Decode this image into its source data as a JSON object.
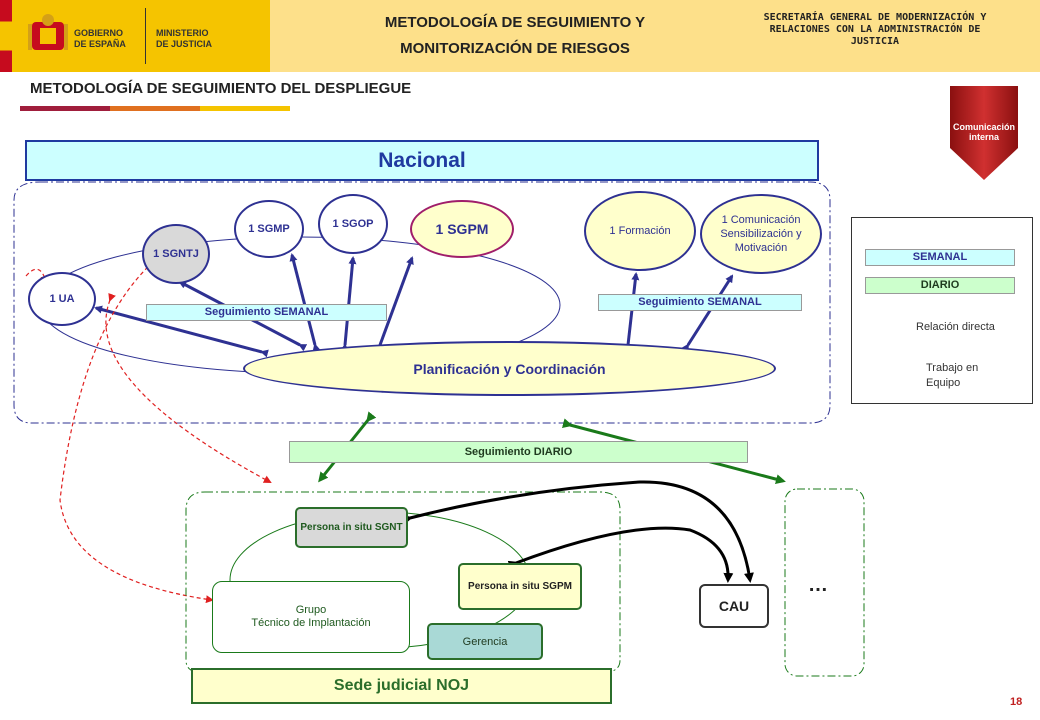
{
  "header": {
    "gov_line1": "GOBIERNO",
    "gov_line2": "DE ESPAÑA",
    "min_line1": "MINISTERIO",
    "min_line2": "DE JUSTICIA",
    "title_line1": "METODOLOGÍA DE SEGUIMIENTO Y",
    "title_line2": "MONITORIZACIÓN DE RIESGOS",
    "secretaria": "SECRETARÍA GENERAL DE MODERNIZACIÓN Y RELACIONES CON LA ADMINISTRACIÓN DE JUSTICIA"
  },
  "subtitle": "METODOLOGÍA DE SEGUIMIENTO DEL DESPLIEGUE",
  "badge": {
    "line1": "Comunicación",
    "line2": "interna"
  },
  "nacional": "Nacional",
  "nodes": {
    "ua": "1 UA",
    "sgntj": "1 SGNTJ",
    "sgmp": "1 SGMP",
    "sgop": "1 SGOP",
    "sgpm": "1 SGPM",
    "formacion": "1 Formación",
    "comunicacion": "1 Comunicación Sensibilización y Motivación"
  },
  "labels": {
    "seg_semanal_left": "Seguimiento SEMANAL",
    "seg_semanal_right": "Seguimiento SEMANAL",
    "planificacion": "Planificación y Coordinación",
    "seg_diario": "Seguimiento DIARIO"
  },
  "legend": {
    "semanal": "SEMANAL",
    "diario": "DIARIO",
    "relacion": "Relación directa",
    "trabajo_line1": "Trabajo en",
    "trabajo_line2": "Equipo"
  },
  "sede": {
    "persona_sgnt": "Persona in situ SGNT",
    "persona_sgpm": "Persona in situ SGPM",
    "grupo_line1": "Grupo",
    "grupo_line2": "Técnico de Implantación",
    "gerencia": "Gerencia",
    "title": "Sede judicial NOJ"
  },
  "cau": "CAU",
  "ellipsis": "…",
  "page_number": "18",
  "colors": {
    "blue": "#2e3192",
    "green": "#2b6e2b",
    "red": "#e02020",
    "header_bg": "#fde08a",
    "semanal_bg": "#ccffff",
    "diario_bg": "#ccffcc"
  }
}
